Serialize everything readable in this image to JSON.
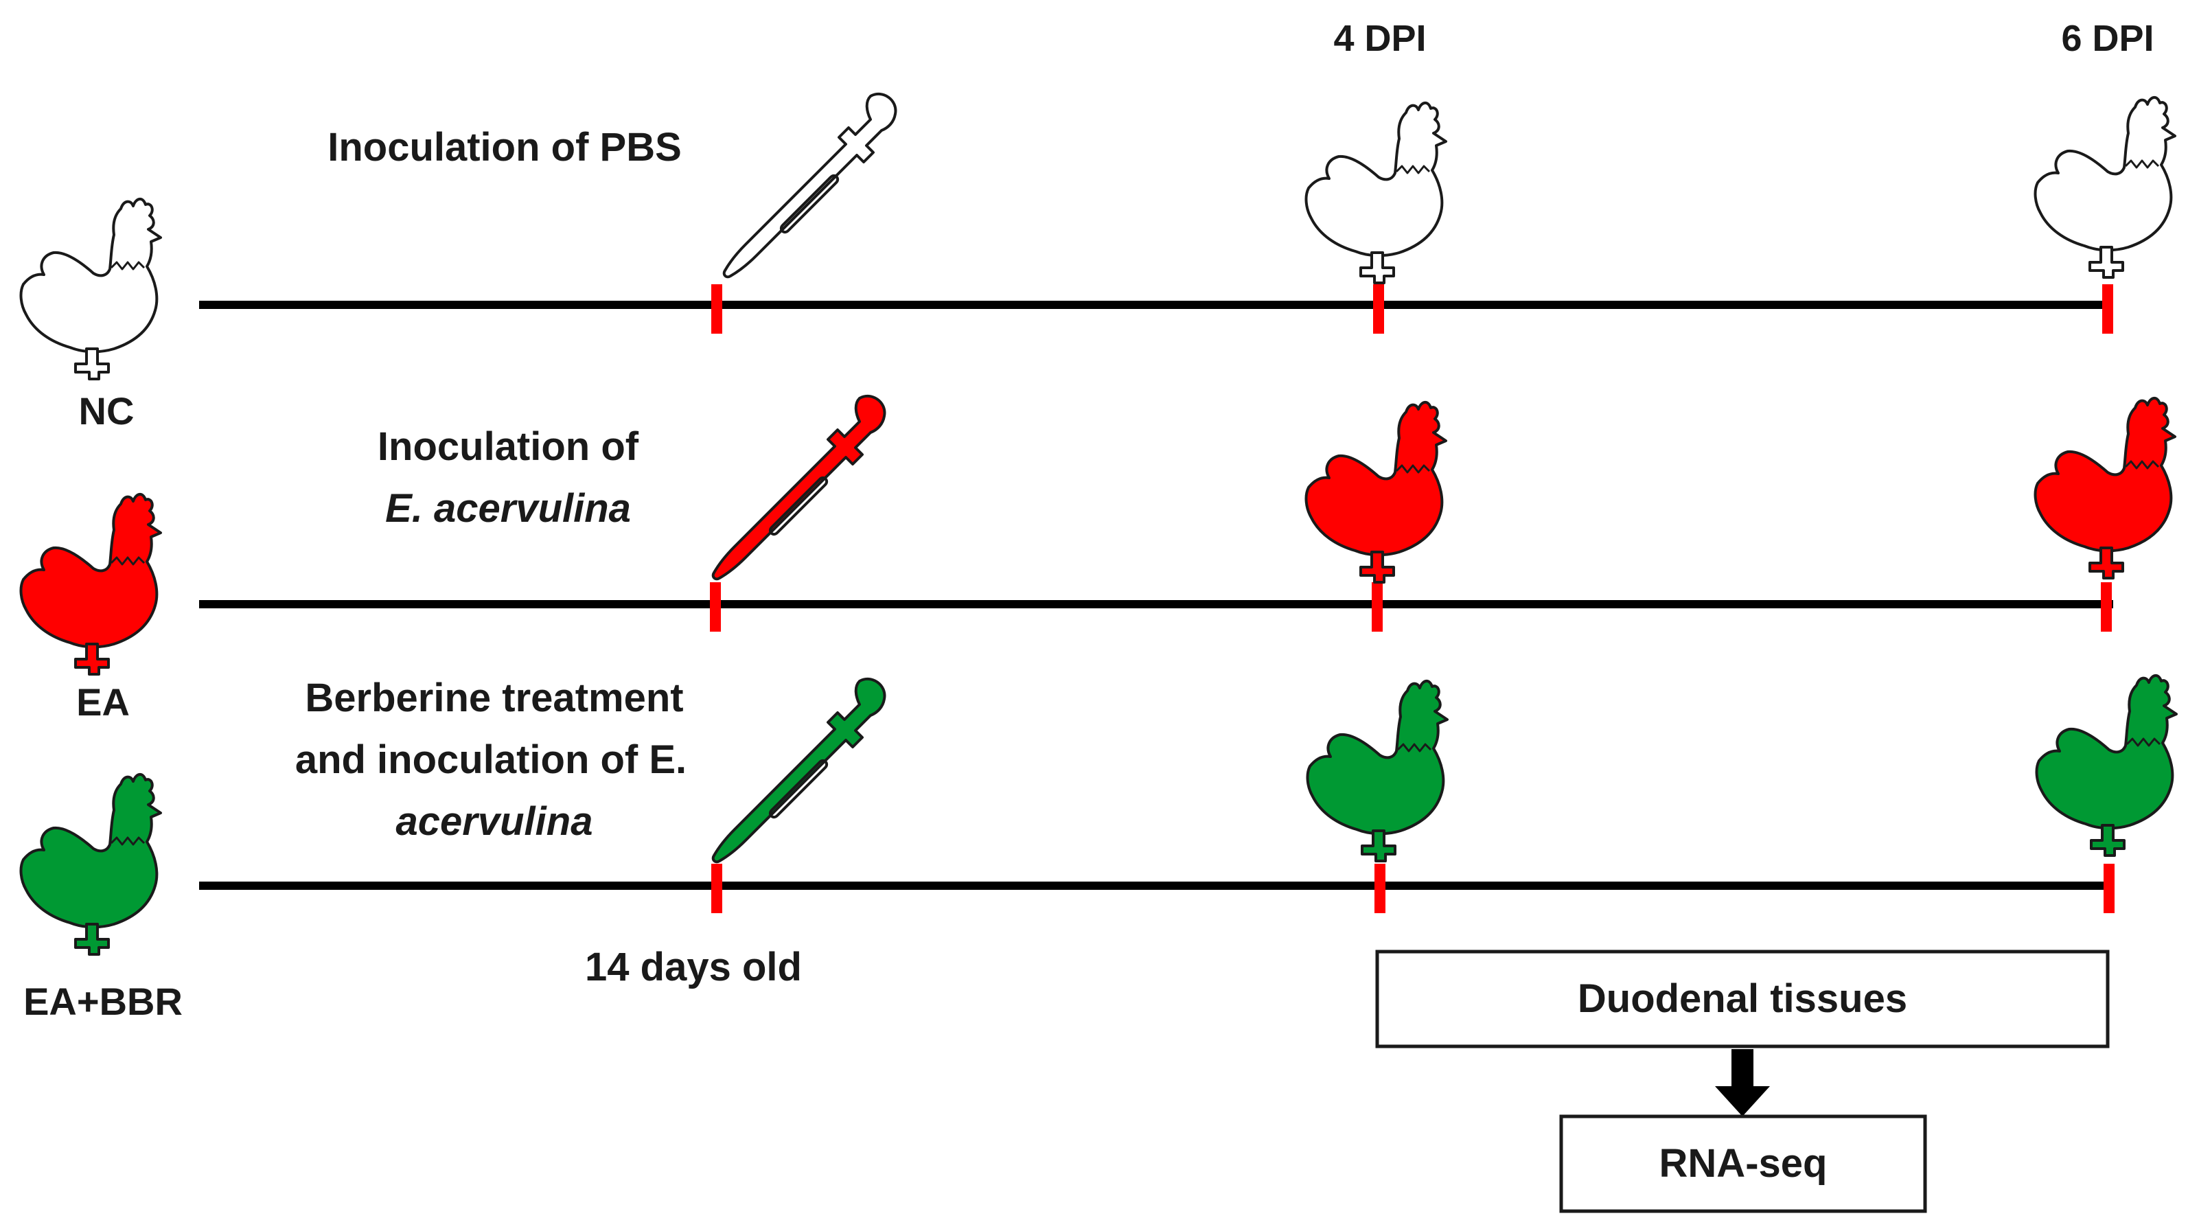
{
  "groups": [
    {
      "label": "NC",
      "color": "#ffffff",
      "instruction_lines": [
        {
          "text": "Inoculation  of PBS",
          "italic": false
        }
      ]
    },
    {
      "label": "EA",
      "color": "#ff0000",
      "instruction_lines": [
        {
          "text": "Inoculation  of",
          "italic": false
        },
        {
          "text": "E. acervulina",
          "italic": true
        }
      ]
    },
    {
      "label": "EA+BBR",
      "color": "#009933",
      "instruction_lines": [
        {
          "text": "Berberine treatment",
          "italic": false
        },
        {
          "text": "and inoculation  of E.",
          "italic": false
        },
        {
          "text": "acervulina",
          "italic": true
        }
      ]
    }
  ],
  "timepoints": {
    "start": "14 days old",
    "mid": "4 DPI",
    "end": "6 DPI"
  },
  "boxes": {
    "tissue": "Duodenal tissues",
    "assay": "RNA-seq"
  },
  "icons": {
    "animal": "chicken-icon",
    "tool": "dropper-icon"
  },
  "colors": {
    "timeline": "#000000",
    "tick": "#ff0000",
    "text": "#1a1a1a"
  }
}
